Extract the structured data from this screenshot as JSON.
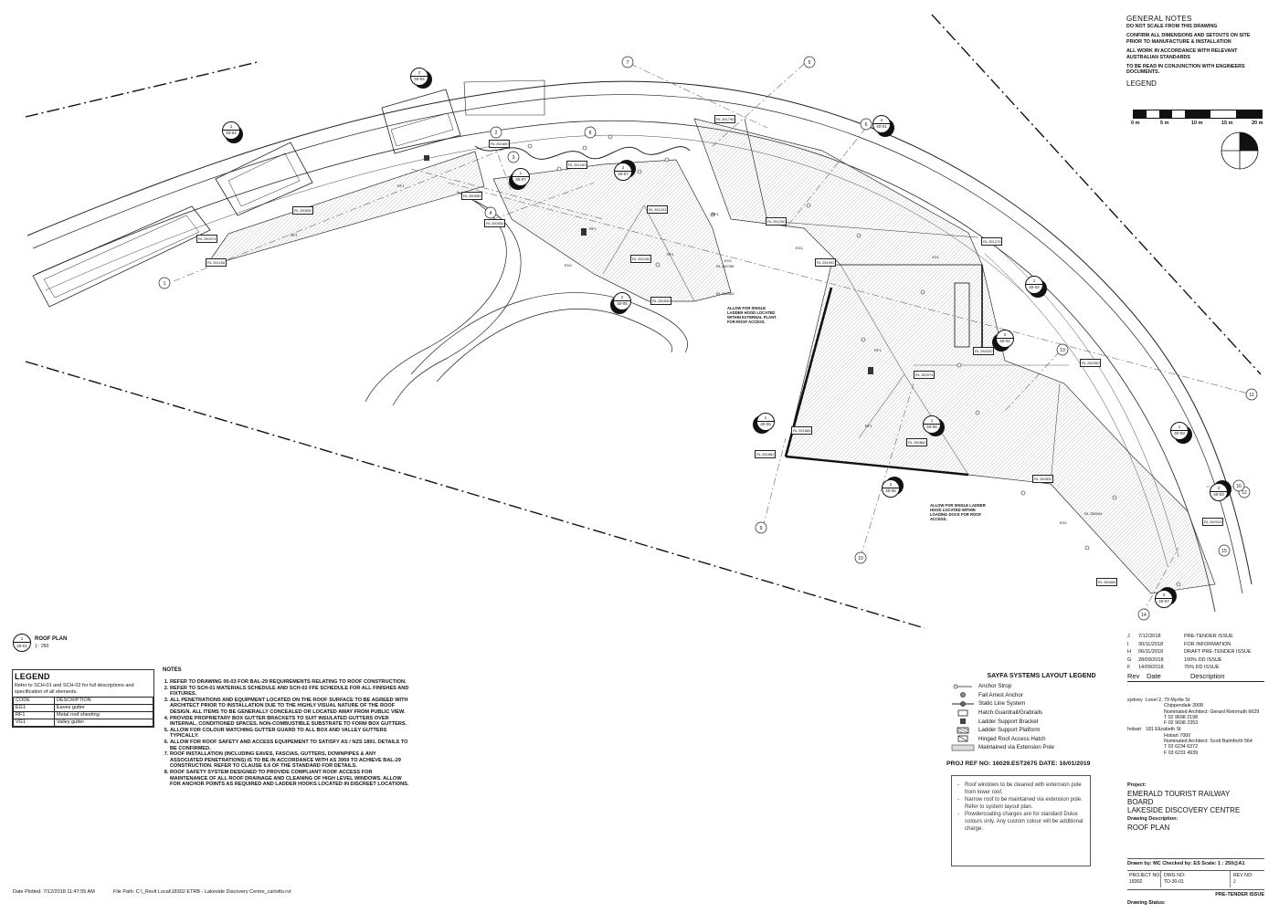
{
  "general_notes": {
    "title": "GENERAL NOTES",
    "lines": [
      "DO NOT SCALE FROM THIS DRAWING",
      "CONFIRM ALL DIMENSIONS AND SETOUTS ON SITE PRIOR TO MANUFACTURE & INSTALLATION",
      "ALL WORK IN ACCORDANCE WITH RELEVANT AUSTRALIAN STANDARDS",
      "TO BE READ IN CONJUNCTION WITH ENGINEERS DOCUMENTS."
    ]
  },
  "scale_legend": {
    "title": "LEGEND",
    "ticks": [
      "0 m",
      "5 m",
      "10 m",
      "15 m",
      "20 m"
    ]
  },
  "plan": {
    "rl_tags": [
      "RL 251800",
      "RL 251263",
      "RL 250580",
      "RL 250650",
      "RL 250374",
      "RL 251156",
      "RL 250550",
      "RL 251243",
      "RL 251290",
      "RL 252166",
      "RL 250530",
      "RL 250785",
      "RL 246500",
      "RL 251795",
      "RL 251270",
      "RL 251992",
      "RL 250020",
      "RL 250350",
      "RL 250974",
      "RL 251880",
      "RL 250860",
      "RL 250832",
      "RL 251882",
      "RL 252024",
      "RL 250665",
      "RL 250004"
    ],
    "roof_codes": [
      "RF1",
      "RF1",
      "RF1",
      "RF1",
      "RF1",
      "RF1",
      "RF1",
      "EG1",
      "EG1",
      "EG1",
      "EG1",
      "VG1"
    ],
    "gridlines": [
      "1",
      "2",
      "3",
      "4",
      "5",
      "6",
      "7",
      "8",
      "9",
      "10",
      "11",
      "12",
      "13",
      "14",
      "15",
      "16"
    ],
    "callouts": [
      {
        "num": "2",
        "ref": "40-04"
      },
      {
        "num": "1",
        "ref": "40-04"
      },
      {
        "num": "1",
        "ref": "40-07"
      },
      {
        "num": "2",
        "ref": "40-07"
      },
      {
        "num": "2",
        "ref": "40-05"
      },
      {
        "num": "2",
        "ref": "40-01"
      },
      {
        "num": "1",
        "ref": "40-02"
      },
      {
        "num": "2",
        "ref": "40-02"
      },
      {
        "num": "1",
        "ref": "40-06"
      },
      {
        "num": "1",
        "ref": "40-06"
      },
      {
        "num": "2",
        "ref": "40-06"
      },
      {
        "num": "1",
        "ref": "40-03"
      },
      {
        "num": "2",
        "ref": "40-03"
      },
      {
        "num": "2",
        "ref": "40-07"
      }
    ],
    "note_ladder_1": "ALLOW FOR SINGLE LADDER HOOD LOCATED WITHIN EXTERNAL PLANT FOR ROOF ACCESS.",
    "note_ladder_2": "ALLOW FOR SINGLE LADDER HOOD LOCATED WITHIN LOADING DOCK FOR ROOF ACCESS.",
    "title_num": "1",
    "title_ref": "40-01",
    "title_label": "ROOF PLAN",
    "title_scale": "1 : 250"
  },
  "legend_table": {
    "title": "LEGEND",
    "intro": "Refer to SCH-01 and SCH-02 for full descriptions and specification of all elements.",
    "headers": [
      "CODE",
      "DESCRIPTION"
    ],
    "rows": [
      {
        "code": "EG1",
        "desc": "Eaves gutter"
      },
      {
        "code": "RF1",
        "desc": "Metal roof sheeting"
      },
      {
        "code": "VG1",
        "desc": "Valley gutter"
      }
    ]
  },
  "notes": {
    "title": "NOTES",
    "items": [
      "REFER TO DRAWING 00-03 FOR BAL-29 REQUIREMENTS RELATING TO ROOF CONSTRUCTION.",
      "REFER TO SCH-01 MATERIALS SCHEDULE AND SCH-02 FFE SCHEDULE FOR ALL FINISHES AND FIXTURES.",
      "ALL PENETRATIONS AND EQUIPMENT LOCATED ON THE ROOF SURFACE TO BE AGREED WITH ARCHITECT PRIOR TO INSTALLATION DUE TO THE HIGHLY VISUAL NATURE OF THE ROOF DESIGN. ALL ITEMS TO BE GENERALLY CONCEALED OR LOCATED AWAY FROM PUBLIC VIEW.",
      "PROVIDE PROPRIETARY BOX GUTTER BRACKETS TO SUIT INSULATED GUTTERS OVER INTERNAL, CONDITIONED SPACES. NON-COMBUSTIBLE SUBSTRATE TO FORM BOX GUTTERS.",
      "ALLOW FOR COLOUR MATCHING GUTTER GUARD TO ALL BOX AND VALLEY GUTTERS TYPICALLY.",
      "ALLOW FOR ROOF SAFETY AND ACCESS EQUIPEMENT TO SATISFY AS / NZS 1891. DETAILS TO BE CONFIRMED.",
      "ROOF INSTALLATION (INCLUDING EAVES, FASCIAS, GUTTERS, DOWNPIPES & ANY ASSOCIATED PENETRATIONS) IS TO BE IN ACCORDANCE WITH AS 3959 TO ACHIEVE BAL-29 CONSTRUCTION. REFER TO CLAUSE 6.6 OF THE STANDARD FOR DETAILS.",
      "ROOF SAFETY SYSTEM DESIGNED TO PROVIDE COMPLIANT ROOF ACCESS FOR MAINTENANCE OF ALL ROOF DRAINAGE AND CLEANING OF HIGH LEVEL WINDOWS. ALLOW FOR ANCHOR POINTS AS REQUIRED AND LADDER HOOKS LOCATED IN DISCREET LOCATIONS."
    ]
  },
  "sayfa_legend": {
    "title": "SAYFA SYSTEMS LAYOUT LEGEND",
    "items": [
      {
        "icon": "anchor-strop-icon",
        "label": "Anchor Strop"
      },
      {
        "icon": "fall-arrest-anchor-icon",
        "label": "Fall Arrest Anchor"
      },
      {
        "icon": "static-line-icon",
        "label": "Static Line System"
      },
      {
        "icon": "hatch-guardrail-icon",
        "label": "Hatch Guardrail/Grabrails"
      },
      {
        "icon": "ladder-bracket-icon",
        "label": "Ladder Support Bracket"
      },
      {
        "icon": "ladder-platform-icon",
        "label": "Ladder Support Platform"
      },
      {
        "icon": "roof-hatch-icon",
        "label": "Hinged Roof Access Hatch"
      },
      {
        "icon": "extension-pole-icon",
        "label": "Maintained via Extension Pole"
      }
    ],
    "proj_ref": "PROJ REF NO: 16029.EST2675  DATE: 16/01/2019"
  },
  "remarks": [
    "Roof windows to be cleaned with extension pole from lower roof.",
    "Narrow roof to be maintained via extension pole. Refer to system layout plan.",
    "Powdercoating charges are for standard Dulux colours only.  Any custom colour will be additional charge."
  ],
  "revisions": {
    "rows": [
      {
        "rev": "J",
        "date": "7/12/2018",
        "desc": "PRE-TENDER ISSUE"
      },
      {
        "rev": "I",
        "date": "30/11/2018",
        "desc": "FOR INFORMATION"
      },
      {
        "rev": "H",
        "date": "06/11/2018",
        "desc": "DRAFT PRE-TENDER ISSUE"
      },
      {
        "rev": "G",
        "date": "28/09/2018",
        "desc": "100% DD ISSUE"
      },
      {
        "rev": "F",
        "date": "14/09/2018",
        "desc": "75% DD ISSUE"
      }
    ],
    "headers": [
      "Rev",
      "Date",
      "Description"
    ]
  },
  "offices": [
    {
      "city": "sydney",
      "lines": [
        "Level 2, 79 Myrtle St",
        "Chippendale 2008",
        "Nominated Architect: Gerard Reinmuth 6629",
        "T 02 9698 2198",
        "F 02 9698 2353"
      ]
    },
    {
      "city": "hobart",
      "lines": [
        "181 Elizabeth St",
        "Hobart 7000",
        "Nominated Architect: Scott Balmforth 564",
        "T 03 6234 6372",
        "F 03 6231 4939"
      ]
    }
  ],
  "title_block": {
    "project_label": "Project:",
    "project_lines": [
      "EMERALD TOURIST RAILWAY",
      "BOARD",
      "LAKESIDE DISCOVERY CENTRE"
    ],
    "desc_label": "Drawing Description:",
    "desc": "ROOF PLAN",
    "drawn_line": "Drawn by: MC  Checked by: ES  Scale: 1 : 250@A1",
    "project_no_label": "PROJECT NO:",
    "project_no": "18302",
    "dwg_no_label": "DWG NO:",
    "dwg_no": "TD-30-01",
    "rev_no_label": "REV NO:",
    "rev_no": "J",
    "status_label": "Drawing Status:",
    "status": "PRE-TENDER ISSUE"
  },
  "footer": {
    "plotted": "Date Plotted: 7/12/2018 11:47:55 AM",
    "path": "File Path: C:\\_Revit Local\\18302 ETRB - Lakeside Discovery Centre_carlotto.rvt"
  }
}
